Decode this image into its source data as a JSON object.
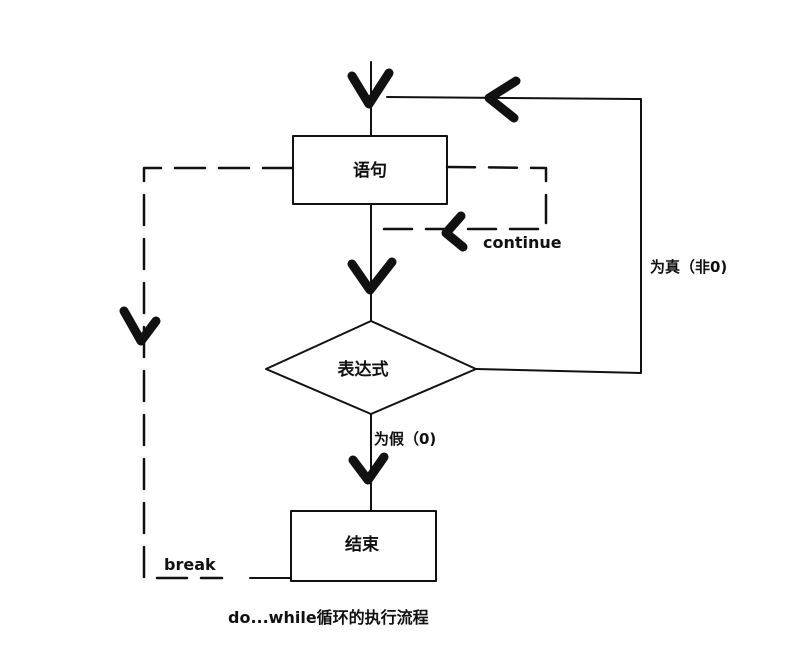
{
  "nodes": {
    "statement": "语句",
    "expression": "表达式",
    "end": "结束"
  },
  "edge_labels": {
    "continue": "continue",
    "break": "break",
    "true_branch": "为真（非0)",
    "false_branch": "为假（0)"
  },
  "caption": "do...while循环的执行流程",
  "colors": {
    "ink": "#111111",
    "background": "#ffffff"
  }
}
